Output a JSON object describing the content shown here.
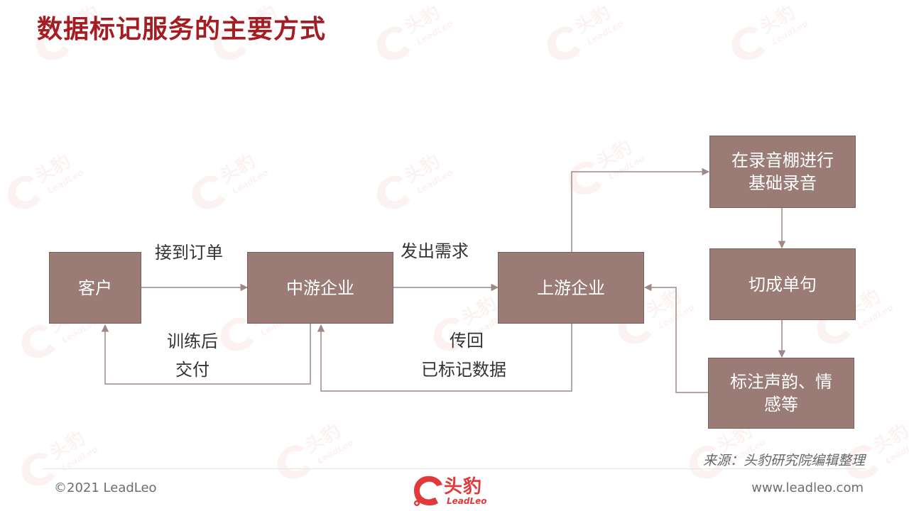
{
  "title": "数据标记服务的主要方式",
  "nodes": {
    "customer": "客户",
    "midstream": "中游企业",
    "upstream": "上游企业",
    "studio": "在录音棚进行\n基础录音",
    "cut": "切成单句",
    "annotate": "标注声韵、情\n感等"
  },
  "edge_labels": {
    "order": "接到订单",
    "request": "发出需求",
    "deliver_line1": "训练后",
    "deliver_line2": "交付",
    "return_line1": "传回",
    "return_line2": "已标记数据"
  },
  "source": "来源：头豹研究院编辑整理",
  "footer": {
    "copyright": "©2021 LeadLeo",
    "website": "www.leadleo.com",
    "logo_cn": "头豹",
    "logo_en": "LeadLeo"
  },
  "watermark": {
    "cn": "头豹",
    "en": "LeadLeo"
  },
  "colors": {
    "title": "#a31d22",
    "box_fill": "#9a7b76",
    "edge": "#a08886",
    "brand": "#e23a3a"
  }
}
